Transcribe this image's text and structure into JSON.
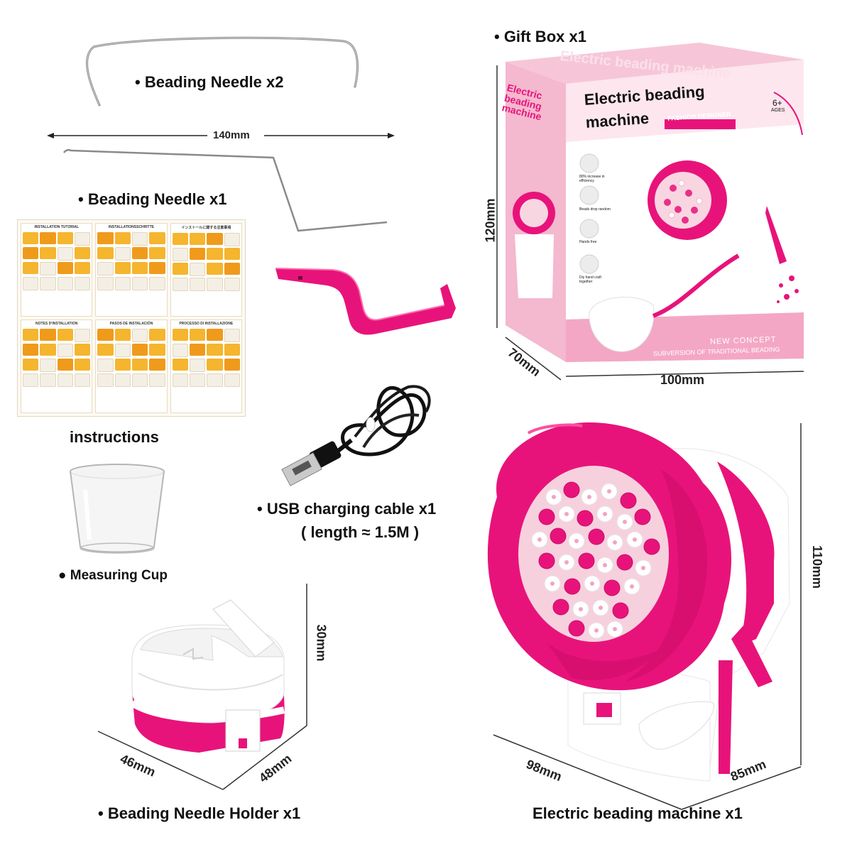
{
  "labels": {
    "needle2": "• Beading Needle x2",
    "needle1": "• Beading Needle x1",
    "gift_box": "• Gift Box x1",
    "instructions": "instructions",
    "usb_cable": "• USB charging cable x1",
    "usb_length": "( length ≈ 1.5M )",
    "measuring_cup": "● Measuring Cup",
    "holder": "• Beading Needle Holder x1",
    "machine": "Electric beading machine  x1"
  },
  "dimensions": {
    "needle_length": "140mm",
    "box_height": "120mm",
    "box_depth": "70mm",
    "box_width": "100mm",
    "holder_height": "30mm",
    "holder_width": "46mm",
    "holder_depth": "48mm",
    "machine_height": "110mm",
    "machine_width": "98mm",
    "machine_depth": "85mm"
  },
  "box_print": {
    "front_title_1": "Electric beading",
    "front_title_2": "machine",
    "fashion_designer": "FASHION DESIGNER",
    "age": "6+",
    "age_sub": "AGES",
    "top_title": "Electric beading machine",
    "side_title": "Electric beading machine",
    "feature_1": "80% increase in efficiency",
    "feature_2": "Beads drop random",
    "feature_3": "Hands free",
    "feature_4": "Diy hand craft together",
    "new_concept": "NEW CONCEPT",
    "subversion": "SUBVERSION OF TRADITIONAL BEADING"
  },
  "instructions_sheet": {
    "panel_titles": [
      "INSTALLATION TUTORIAL",
      "INSTALLATIONSSCHRITTE",
      "インストールに関する注意事項",
      "NOTES D'INSTALLATION",
      "PASOS DE INSTALACIÓN",
      "PROCESSO DI INSTALLAZIONE"
    ]
  },
  "colors": {
    "pink": "#e8137a",
    "light_pink": "#f7c9da",
    "box_pink": "#f4b8cf",
    "white": "#ffffff",
    "instruction_yellow": "#f5b52e"
  }
}
